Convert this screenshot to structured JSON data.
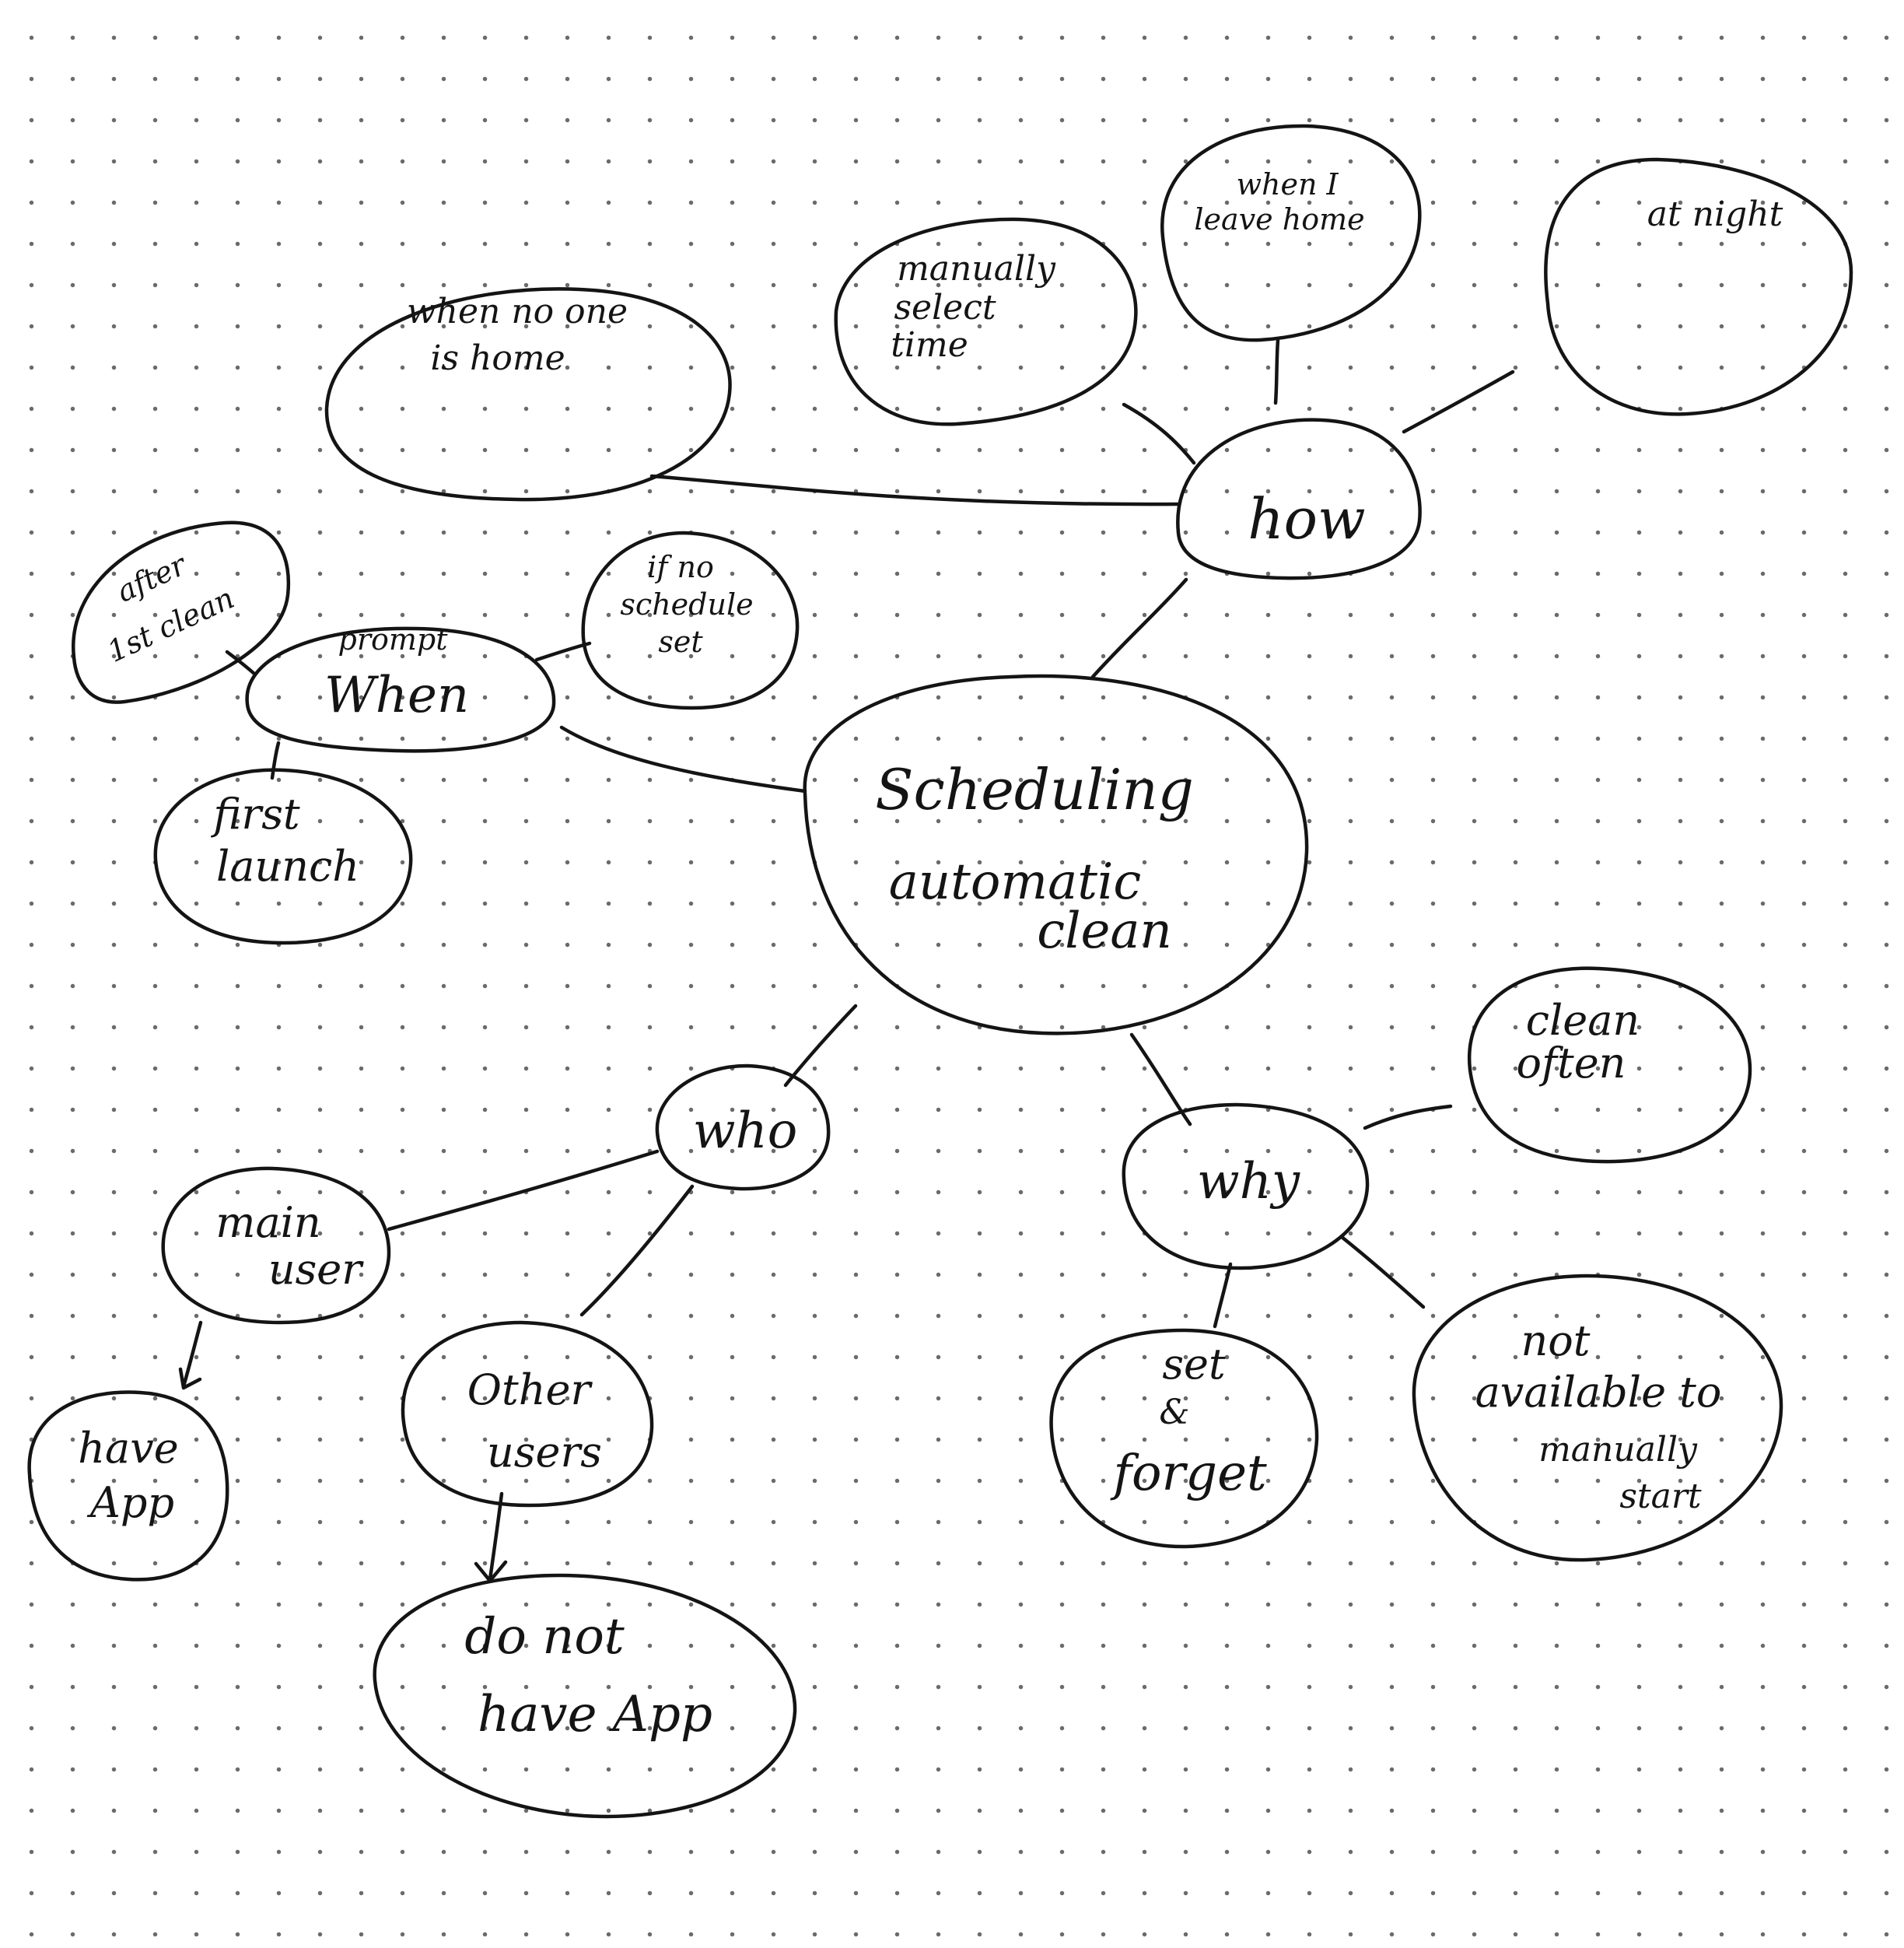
{
  "diagram": {
    "center": {
      "line1": "Scheduling",
      "line2": "automatic",
      "line3": "clean"
    },
    "branches": {
      "how": {
        "label": "how",
        "children": {
          "no_one_home": {
            "line1": "when no one",
            "line2": "is home"
          },
          "manual_time": {
            "line1": "manually",
            "line2": "select",
            "line3": "time"
          },
          "leave_home": {
            "line1": "when I",
            "line2": "leave home"
          },
          "at_night": {
            "line1": "at night"
          }
        }
      },
      "when": {
        "label": "When",
        "prefix": "prompt",
        "children": {
          "after_clean": {
            "line1": "after",
            "line2": "1st clean"
          },
          "no_schedule": {
            "line1": "if no",
            "line2": "schedule",
            "line3": "set"
          },
          "first_launch": {
            "line1": "first",
            "line2": "launch"
          }
        }
      },
      "who": {
        "label": "who",
        "children": {
          "main_user": {
            "line1": "main",
            "line2": "user"
          },
          "other_users": {
            "line1": "Other",
            "line2": "users"
          },
          "have_app": {
            "line1": "have",
            "line2": "App"
          },
          "no_app": {
            "line1": "do not",
            "line2": "have App"
          }
        }
      },
      "why": {
        "label": "why",
        "children": {
          "clean_often": {
            "line1": "clean",
            "line2": "often"
          },
          "set_forget": {
            "line1": "set",
            "line2": "&",
            "line3": "forget"
          },
          "not_available": {
            "line1": "not",
            "line2": "available to",
            "line3": "manually",
            "line4": "start"
          }
        }
      }
    }
  }
}
